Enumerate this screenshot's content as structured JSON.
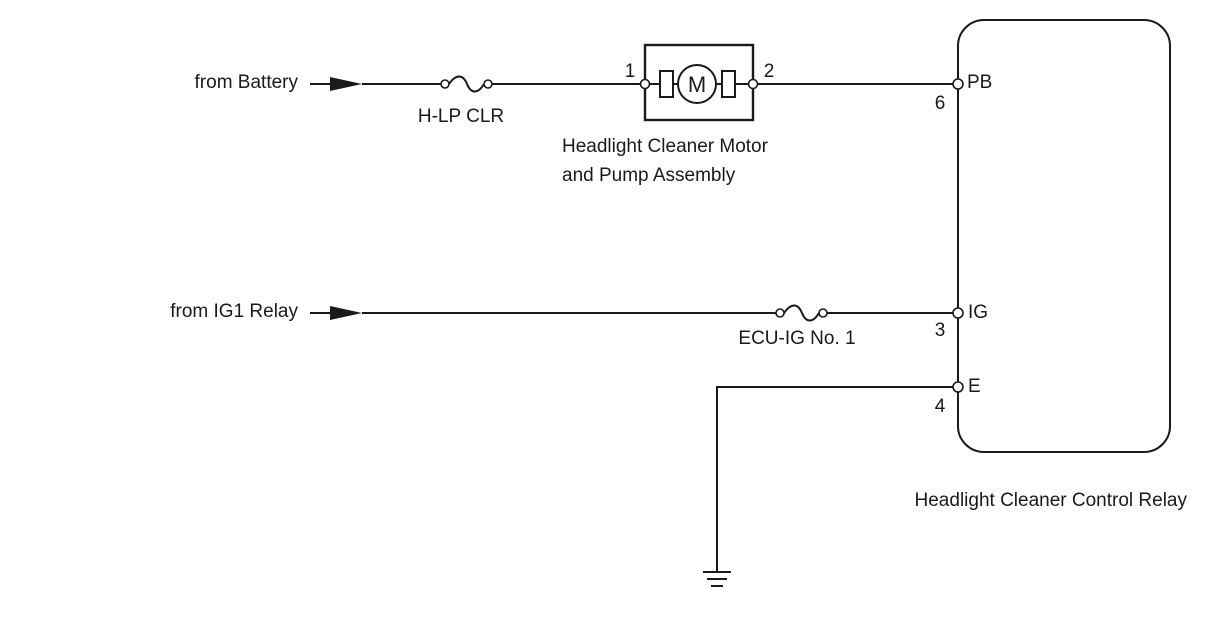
{
  "sources": {
    "battery": "from Battery",
    "ig1": "from IG1 Relay"
  },
  "fuses": {
    "hlp": "H-LP CLR",
    "ecu_ig": "ECU-IG No. 1"
  },
  "motor": {
    "symbol": "M",
    "pin1": "1",
    "pin2": "2",
    "name_line1": "Headlight Cleaner Motor",
    "name_line2": "and Pump Assembly"
  },
  "relay": {
    "name": "Headlight Cleaner Control Relay",
    "pins": {
      "pb": {
        "label": "PB",
        "number": "6"
      },
      "ig": {
        "label": "IG",
        "number": "3"
      },
      "e": {
        "label": "E",
        "number": "4"
      }
    }
  },
  "ground": "ground-symbol"
}
